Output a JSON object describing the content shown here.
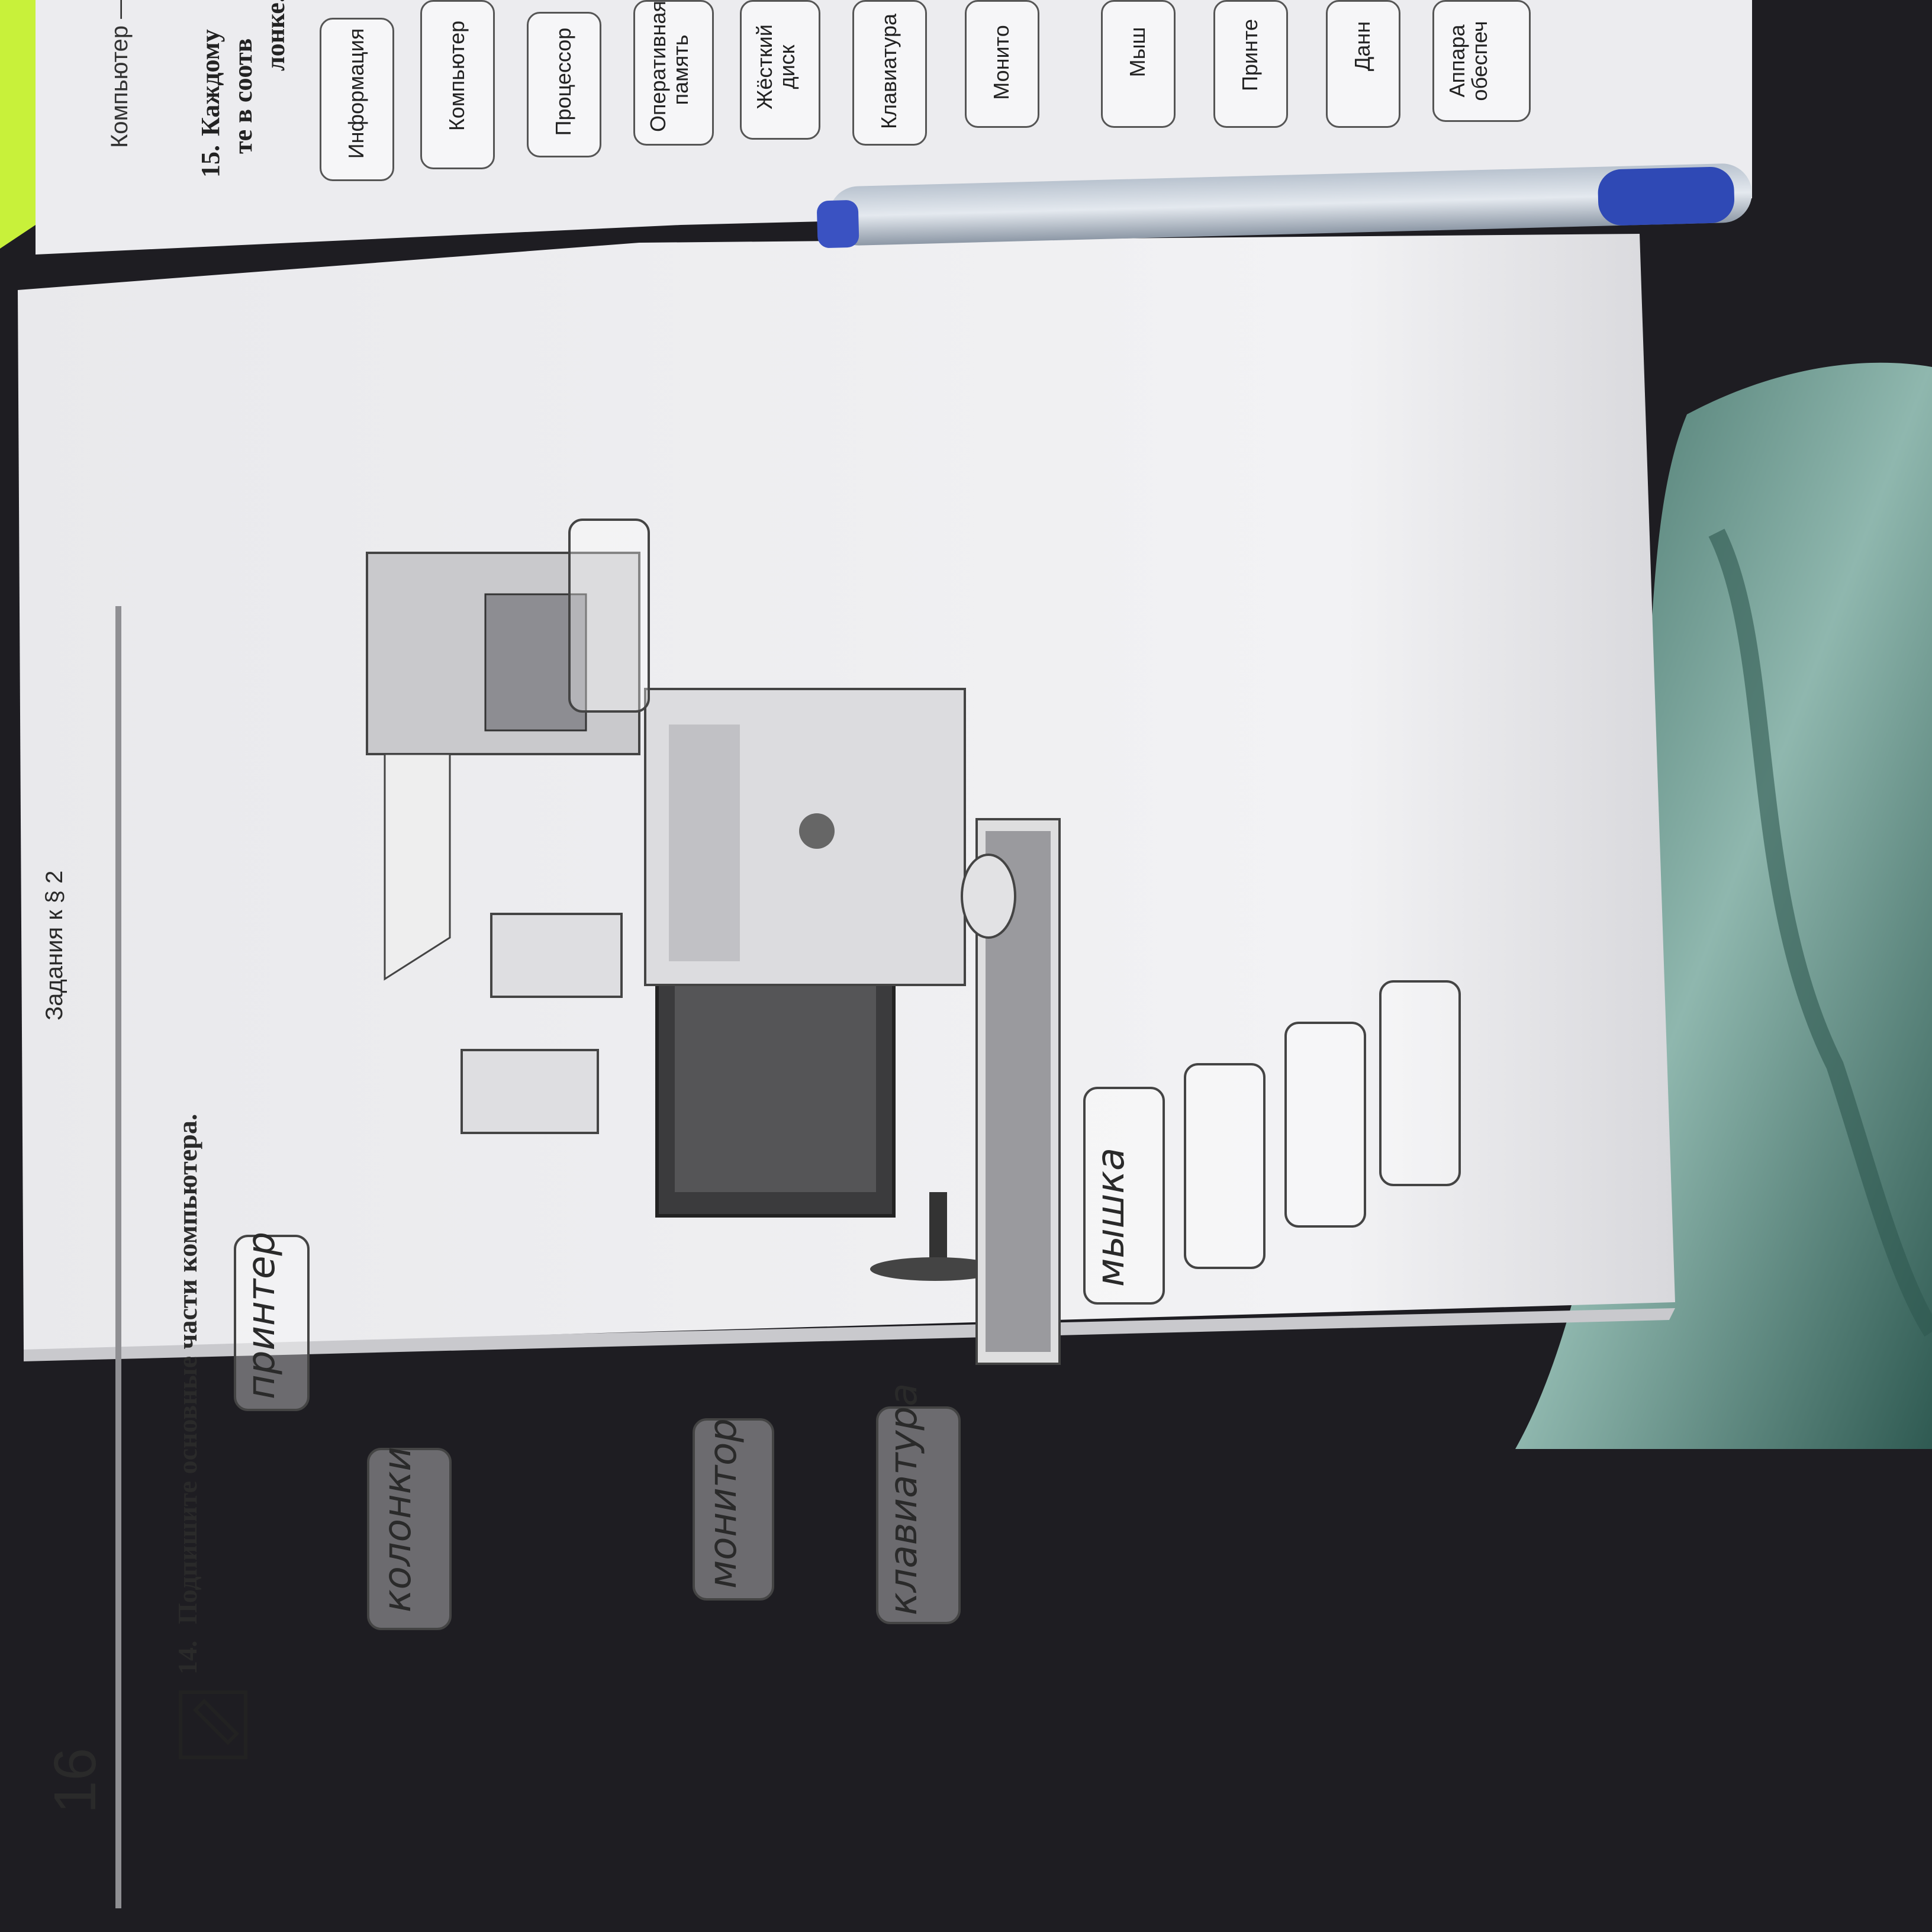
{
  "page_number": "16",
  "running_head": "Задания к § 2",
  "running_head_right": "Компьютер —",
  "task14": {
    "number": "14.",
    "prompt": "Подпишите основные части компьютера."
  },
  "labels": {
    "printer": "принтер",
    "speakers": "колонки",
    "monitor": "монитор",
    "keyboard": "клавиатура",
    "mouse": "мышка"
  },
  "task15": {
    "number": "15.",
    "prompt_line1": "Каждому",
    "prompt_line2": "те в соотв",
    "prompt_line3": "лонке.",
    "terms": [
      "Информация",
      "Компьютер",
      "Процессор",
      "Оперативная память",
      "Жёсткий диск",
      "Клавиатура",
      "Монито",
      "Мыш",
      "Принте",
      "Данн",
      "Аппара обеспеч"
    ]
  }
}
